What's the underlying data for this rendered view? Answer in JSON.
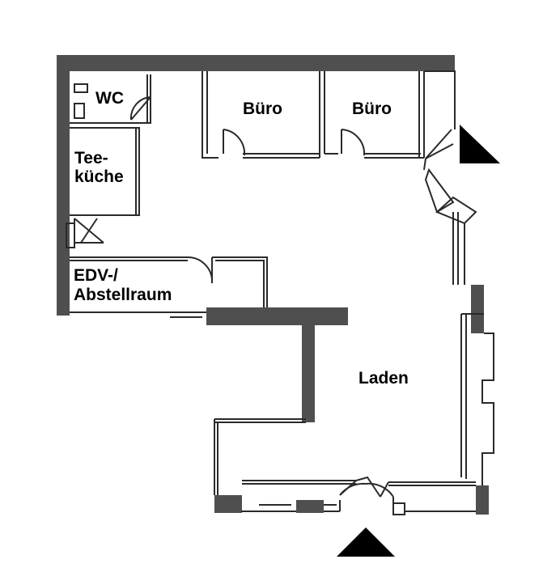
{
  "floorplan": {
    "rooms": {
      "wc": "WC",
      "office_1": "Büro",
      "office_2": "Büro",
      "tea_kitchen_line1": "Tee-",
      "tea_kitchen_line2": "küche",
      "storage_line1": "EDV-/",
      "storage_line2": "Abstellraum",
      "shop": "Laden"
    },
    "entrances": [
      {
        "name": "entrance-arrow-east"
      },
      {
        "name": "entrance-arrow-south"
      }
    ],
    "colors": {
      "wall": "#4f4f4f",
      "thin_line": "#2a2a2a",
      "arrow": "#000000"
    }
  }
}
